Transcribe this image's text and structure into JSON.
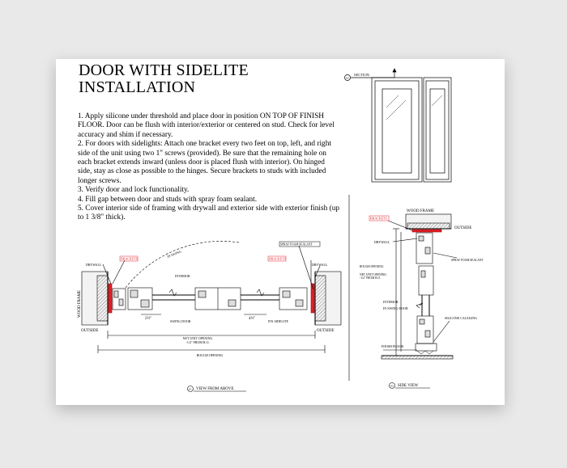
{
  "document": {
    "title_line1": "DOOR WITH SIDELITE",
    "title_line2": "INSTALLATION",
    "steps": [
      "1. Apply silicone under threshold and place door in position ON TOP OF FINISH FLOOR. Door can be flush with interior/exterior or centered on stud. Check for level accuracy and shim if necessary.",
      "2. For doors with sidelights: Attach one bracket every two feet on top, left, and right side of the unit using two 1\" screws (provided). Be sure that the remaining hole on each bracket extends inward (unless door is placed flush with interior). On hinged side, stay as close as possible to the hinges. Secure brackets to studs with included longer screws.",
      "3. Verify door and lock functionality.",
      "4. Fill gap between door and studs with spray foam sealant.",
      "5. Cover interior side of framing with drywall and exterior side with exterior finish (up to 1 3/8\" thick)."
    ]
  },
  "elevation": {
    "section_label": "SECTION",
    "marker": "02"
  },
  "plan_view": {
    "caption": "VIEW FROM ABOVE",
    "marker": "01",
    "labels": {
      "drywall_left": "DRYWALL",
      "drywall_right": "DRYWALL",
      "bracket_left": "BRACKETS",
      "bracket_right": "BRACKETS",
      "spray_foam": "SPRAY FOAM SEALANT",
      "in_swing": "IN SWING",
      "interior": "INTERIOR",
      "wood_frame": "WOOD FRAME",
      "outside_left": "OUTSIDE",
      "outside_right": "OUTSIDE",
      "swing_door": "SWING DOOR",
      "fix_sidelite": "FIX SIDELITE",
      "net_unit_opening": "NET UNIT OPENING",
      "from_ro": "-1/2\" FROM R.O.",
      "rough_opening": "ROUGH OPENING",
      "dim_a": "2½\"",
      "dim_b": "4½\""
    }
  },
  "side_view": {
    "caption": "SIDE VIEW",
    "marker": "02",
    "labels": {
      "wood_frame": "WOOD FRAME",
      "brackets": "BRACKETS",
      "outside": "OUTSIDE",
      "drywall": "DRYWALL",
      "spray_foam": "SPRAY FOAM SEALANT",
      "rough_opening": "ROUGH OPENING",
      "net_unit_opening": "NET UNIT OPENING",
      "from_ro": "-1/2\" FROM R.O.",
      "interior": "INTERIOR",
      "in_swing_door": "IN SWING DOOR",
      "silicone_caulking": "SILICONE CAULKING",
      "finish_floor": "FINISH FLOOR"
    }
  },
  "colors": {
    "line": "#000000",
    "highlight": "#e0202a",
    "hatch": "#555555",
    "background": "#e9e9e9",
    "sheet": "#ffffff"
  }
}
